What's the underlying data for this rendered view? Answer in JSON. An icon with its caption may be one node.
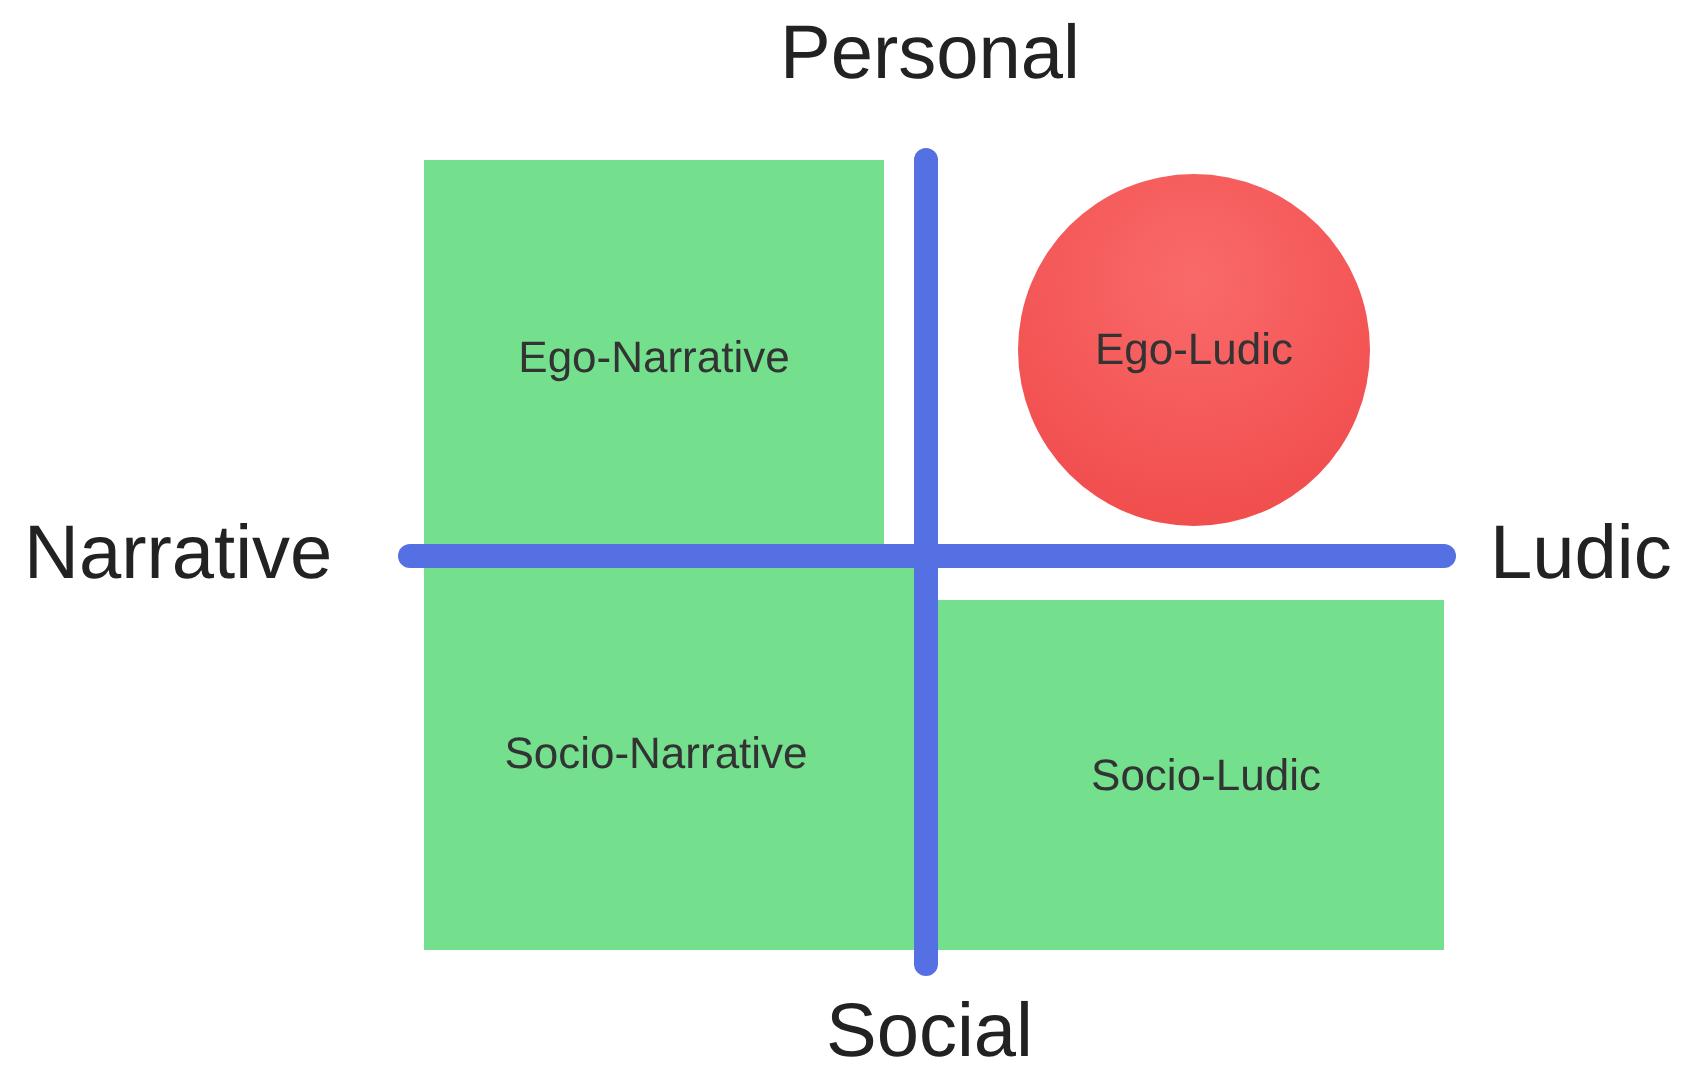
{
  "diagram": {
    "nodes": [
      {
        "text": [
          "Ego-Narrative"
        ]
      },
      {
        "text": [
          "Ego-Ludic"
        ]
      },
      {
        "text": [
          "Socio-Narrative"
        ]
      },
      {
        "text": [
          "Socio-Ludic"
        ]
      }
    ],
    "labels": [
      "Personal",
      "Narrative",
      "Ludic",
      "Social"
    ]
  }
}
